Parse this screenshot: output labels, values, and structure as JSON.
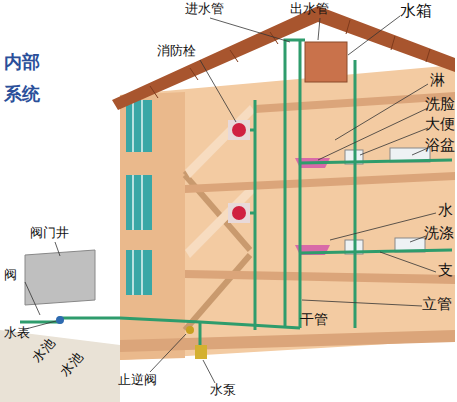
{
  "diagram": {
    "labels": [
      "内部",
      "系统",
      "进水管",
      "出水管",
      "水箱",
      "消防栓",
      "淋",
      "洗脸",
      "大便",
      "浴盆",
      "水",
      "洗涤",
      "支",
      "立管",
      "干管",
      "阀门井",
      "阀",
      "水表",
      "水池",
      "水池",
      "止逆阀",
      "水泵"
    ]
  }
}
